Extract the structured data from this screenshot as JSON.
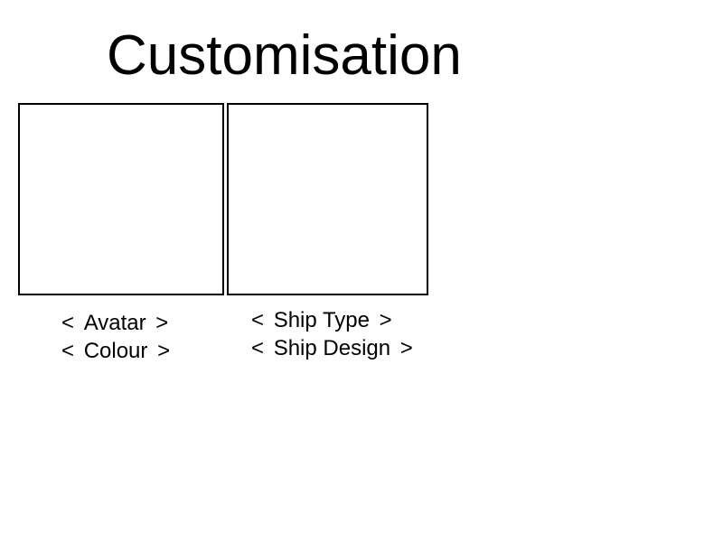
{
  "title": "Customisation",
  "avatar_panel": {
    "selectors": [
      {
        "prev": "<",
        "label": "Avatar",
        "next": ">"
      },
      {
        "prev": "<",
        "label": "Colour",
        "next": ">"
      }
    ]
  },
  "ship_panel": {
    "selectors": [
      {
        "prev": "<",
        "label": "Ship Type",
        "next": ">"
      },
      {
        "prev": "<",
        "label": "Ship Design",
        "next": ">"
      }
    ]
  }
}
